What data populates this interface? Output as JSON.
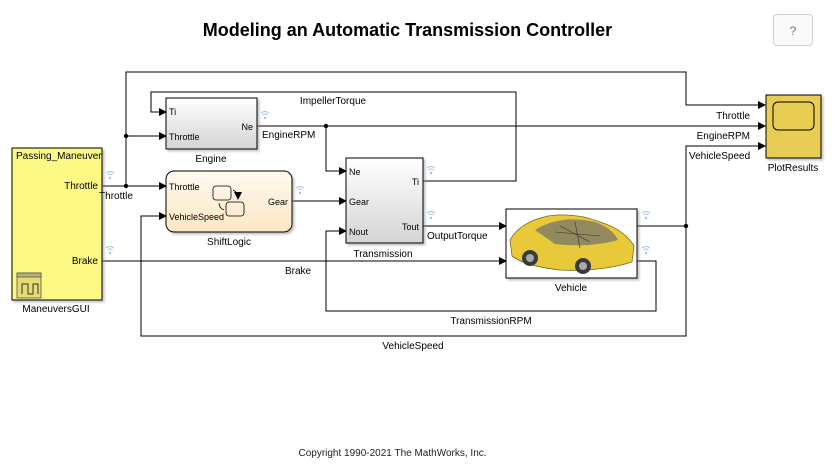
{
  "title": "Modeling an Automatic Transmission Controller",
  "help_button": "?",
  "footer": "Copyright 1990-2021 The MathWorks, Inc.",
  "blocks": {
    "maneuvers": {
      "name": "ManeuversGUI",
      "inner_label": "Passing_Maneuver",
      "outputs": [
        "Throttle",
        "Brake"
      ]
    },
    "engine": {
      "name": "Engine",
      "inputs": [
        "Ti",
        "Throttle"
      ],
      "outputs": [
        "Ne"
      ]
    },
    "shiftlogic": {
      "name": "ShiftLogic",
      "inputs": [
        "Throttle",
        "VehicleSpeed"
      ],
      "outputs": [
        "Gear"
      ]
    },
    "transmission": {
      "name": "Transmission",
      "inputs": [
        "Ne",
        "Gear",
        "Nout"
      ],
      "outputs": [
        "Ti",
        "Tout"
      ]
    },
    "vehicle": {
      "name": "Vehicle"
    },
    "plot": {
      "name": "PlotResults"
    }
  },
  "signals": {
    "throttle": "Throttle",
    "impeller": "ImpellerTorque",
    "engine_rpm": "EngineRPM",
    "output_torque": "OutputTorque",
    "brake": "Brake",
    "transmission_rpm": "TransmissionRPM",
    "vehicle_speed": "VehicleSpeed",
    "plot_throttle": "Throttle",
    "plot_engine_rpm": "EngineRPM",
    "plot_vehicle_speed": "VehicleSpeed"
  }
}
